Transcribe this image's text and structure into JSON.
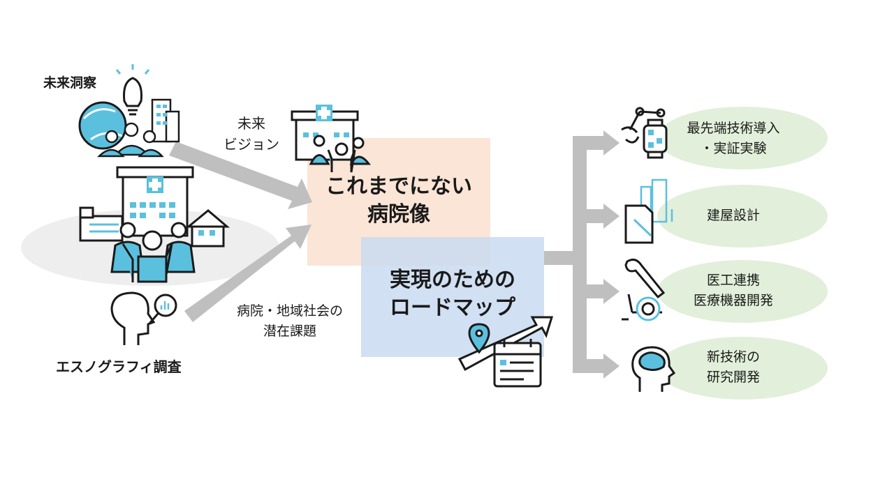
{
  "colors": {
    "accent": "#5bc0de",
    "arrow": "#bfbfbf",
    "vision_box": "#fbe5d6",
    "roadmap_box": "#c9daf0",
    "outcome_ellipse": "#e2efda",
    "ground_ellipse": "#eeeeee",
    "outline": "#1a1a1a"
  },
  "sources": {
    "foresight": {
      "label": "未来洞察",
      "icons": [
        "lightbulb-icon",
        "globe-icon",
        "buildings-icon",
        "people-meeting-icon"
      ]
    },
    "hospital_scene": {
      "icons": [
        "hospital-icon",
        "factory-icon",
        "house-icon",
        "people-cheering-icon"
      ]
    },
    "ethnography": {
      "label": "エスノグラフィ調査",
      "icons": [
        "head-icon",
        "magnifier-chart-icon"
      ]
    }
  },
  "flows": {
    "vision": {
      "lines": [
        "未来",
        "ビジョン"
      ]
    },
    "issues": {
      "lines": [
        "病院・地域社会の",
        "潜在課題"
      ]
    }
  },
  "center": {
    "vision_box": {
      "lines": [
        "これまでにない",
        "病院像"
      ],
      "icon": "hospital-staff-icon"
    },
    "roadmap_box": {
      "lines": [
        "実現のための",
        "ロードマップ"
      ],
      "icons": [
        "location-pin-icon",
        "trend-arrow-icon",
        "calendar-icon"
      ]
    }
  },
  "outcomes": [
    {
      "lines": [
        "最先端技術導入",
        "・実証実験"
      ],
      "icon": "robot-arm-smartwatch-icon"
    },
    {
      "lines": [
        "建屋設計"
      ],
      "icon": "building-blueprint-icon"
    },
    {
      "lines": [
        "医工連携",
        "医療機器開発"
      ],
      "icon": "wrench-wheelchair-icon"
    },
    {
      "lines": [
        "新技術の",
        "研究開発"
      ],
      "icon": "brain-head-icon"
    }
  ]
}
